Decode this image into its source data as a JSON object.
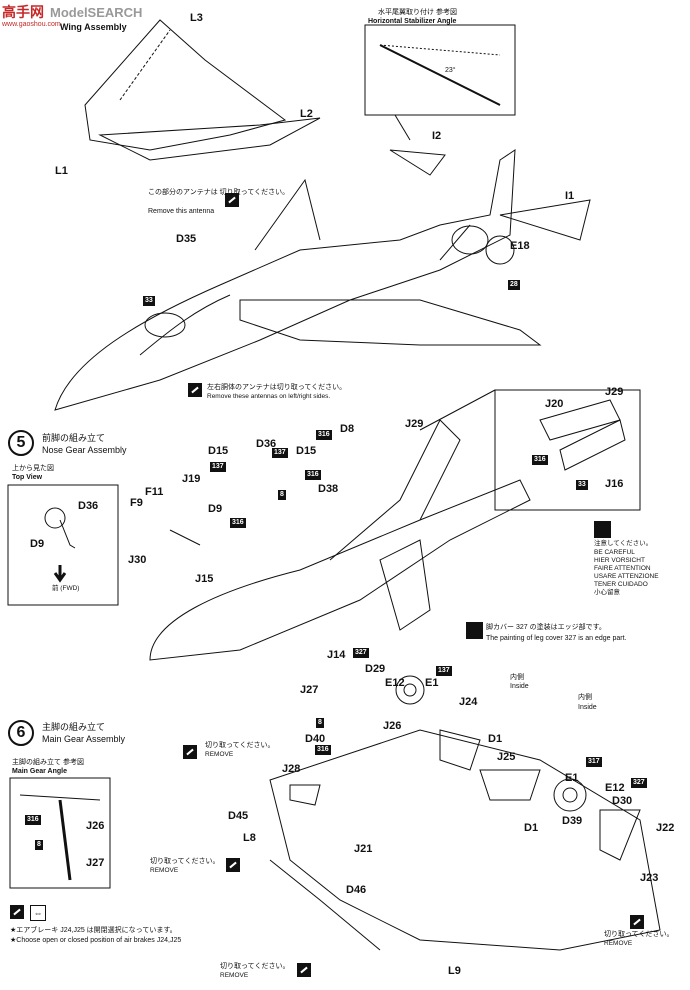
{
  "watermark": {
    "logo": "ModelSEARCH",
    "logo_cn": "高手网",
    "url": "www.gaoshou.com"
  },
  "header": {
    "wing_title": "Wing Assembly"
  },
  "stabilizer_ref": {
    "title_jp": "水平尾翼取り付け 参考図",
    "title_en": "Horizontal Stabilizer Angle",
    "angle": "23°"
  },
  "antenna_note": {
    "jp": "この部分のアンテナは 切り取ってください。",
    "en": "Remove this antenna"
  },
  "antennas_lr_note": {
    "jp": "左右胴体のアンテナは切り取ってください。",
    "en": "Remove these antennas on left/right sides."
  },
  "part_labels": {
    "L3": "L3",
    "L2": "L2",
    "L1": "L1",
    "I2": "I2",
    "I1": "I1",
    "E18": "E18",
    "D35": "D35",
    "n28": "28",
    "n33": "33",
    "D8": "D8",
    "J29": "J29",
    "D36": "D36",
    "D15a": "D15",
    "D15b": "D15",
    "n137a": "137",
    "n137b": "137",
    "n316a": "316",
    "n316b": "316",
    "n316c": "316",
    "n8a": "8",
    "D38": "D38",
    "D9": "D9",
    "F11": "F11",
    "F9": "F9",
    "J19": "J19",
    "J30": "J30",
    "J15": "J15",
    "J14": "J14",
    "n327a": "327",
    "J20": "J20",
    "J29b": "J29",
    "n316d": "316",
    "n33b": "33",
    "J16": "J16",
    "D29": "D29",
    "E12": "E12",
    "E1": "E1",
    "n137c": "137",
    "J27": "J27",
    "n8b": "8",
    "J26": "J26",
    "D40": "D40",
    "n316e": "316",
    "J24": "J24",
    "D1": "D1",
    "J25": "J25",
    "J28": "J28",
    "D45": "D45",
    "L8": "L8",
    "J21": "J21",
    "D46": "D46",
    "L9": "L9",
    "E1b": "E1",
    "E12b": "E12",
    "D30": "D30",
    "D39": "D39",
    "D1b": "D1",
    "J22": "J22",
    "J23": "J23",
    "n327b": "327",
    "n317": "317"
  },
  "step5": {
    "number": "5",
    "title_jp": "前脚の組み立て",
    "title_en": "Nose Gear Assembly"
  },
  "top_view": {
    "title_jp": "上から見た図",
    "title_en": "Top View",
    "fwd": "前 (FWD)",
    "D36": "D36",
    "D9": "D9"
  },
  "caution": {
    "jp": "注意してください。",
    "lines": [
      "BE CAREFUL",
      "HIER VORSICHT",
      "FAIRE ATTENTION",
      "USARE ATTENZIONE",
      "TENER CUIDADO",
      "小心留意"
    ]
  },
  "leg_cover_note": {
    "jp": "脚カバー 327 の塗装はエッジ部です。",
    "en": "The painting of leg cover 327 is an edge part."
  },
  "inside": {
    "jp": "内側",
    "en": "Inside"
  },
  "step6": {
    "number": "6",
    "title_jp": "主脚の組み立て",
    "title_en": "Main Gear Assembly"
  },
  "main_gear_angle": {
    "title_jp": "主脚の組み立て 参考図",
    "title_en": "Main Gear Angle",
    "J26": "J26",
    "J27": "J27",
    "n316": "316",
    "n8": "8"
  },
  "remove_note": {
    "jp": "切り取ってください。",
    "en": "REMOVE"
  },
  "air_brake_note": {
    "jp": "★エアブレーキ J24,J25 は開閉選択になっています。",
    "en": "★Choose open or closed position of air brakes J24,J25"
  }
}
